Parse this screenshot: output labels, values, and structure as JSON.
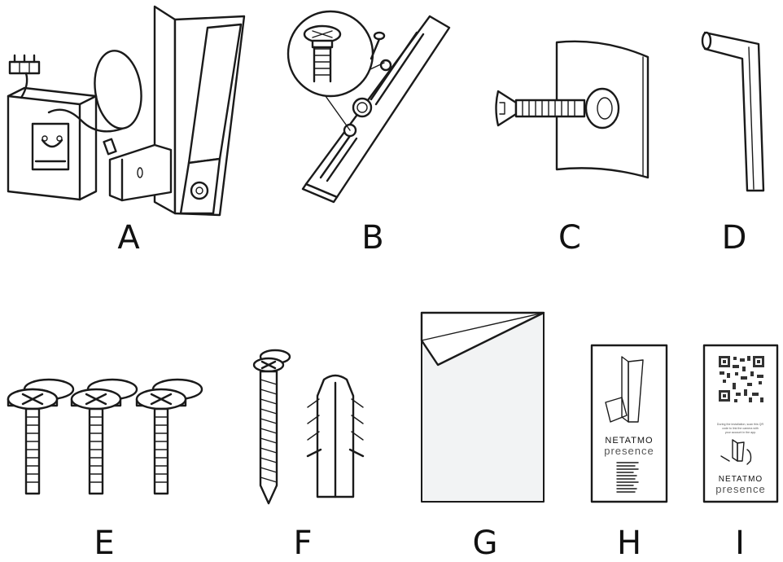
{
  "items": [
    {
      "id": "A",
      "label": "A"
    },
    {
      "id": "B",
      "label": "B"
    },
    {
      "id": "C",
      "label": "C"
    },
    {
      "id": "D",
      "label": "D"
    },
    {
      "id": "E",
      "label": "E"
    },
    {
      "id": "F",
      "label": "F"
    },
    {
      "id": "G",
      "label": "G"
    },
    {
      "id": "H",
      "label": "H"
    },
    {
      "id": "I",
      "label": "I"
    }
  ],
  "booklet_h": {
    "brand": "NETATMO",
    "product": "presence"
  },
  "booklet_i": {
    "brand": "NETATMO",
    "product": "presence",
    "instruction": "During the installation, scan this QR code to link the camera with your account in the app."
  }
}
